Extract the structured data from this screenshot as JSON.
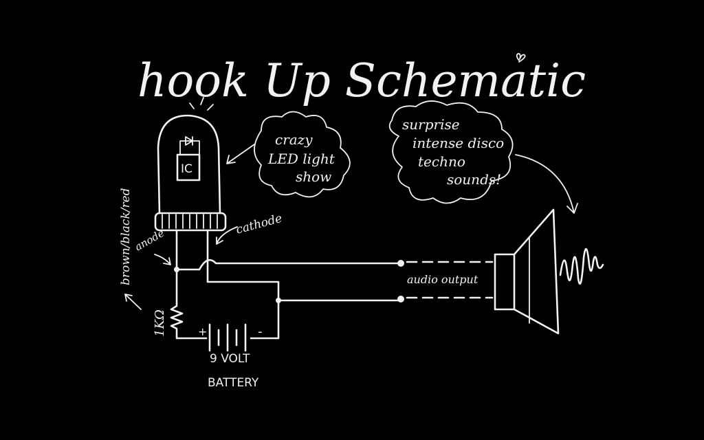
{
  "title": "hook Up Schematic",
  "colors": {
    "background": "#000000",
    "ink": "#f2f2f2"
  },
  "led": {
    "chip_label": "IC"
  },
  "clouds": {
    "led_show": [
      "crazy",
      "LED light",
      "show"
    ],
    "sounds": [
      "surprise",
      "intense disco",
      "techno",
      "sounds!"
    ]
  },
  "labels": {
    "cathode": "cathode",
    "anode": "anode",
    "resistor_colors": "brown/black/red",
    "resistor_value": "1KΩ",
    "plus": "+",
    "minus": "-",
    "battery_line1": "9 VOLT",
    "battery_line2": "BATTERY",
    "audio_output": "audio output"
  }
}
